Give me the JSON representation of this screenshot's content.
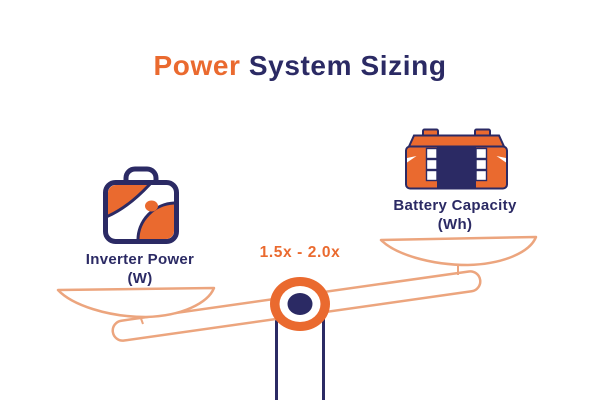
{
  "title": {
    "highlight": "Power",
    "rest": "System Sizing"
  },
  "diagram": {
    "ratio_label": "1.5x - 2.0x",
    "left_item": {
      "name": "Inverter Power",
      "unit": "(W)"
    },
    "right_item": {
      "name": "Battery Capacity",
      "unit": "(Wh)"
    }
  },
  "colors": {
    "orange": "#EA6A2F",
    "orange_light": "#ECA57E",
    "navy": "#2B2A64",
    "background": "#FFFFFF"
  }
}
